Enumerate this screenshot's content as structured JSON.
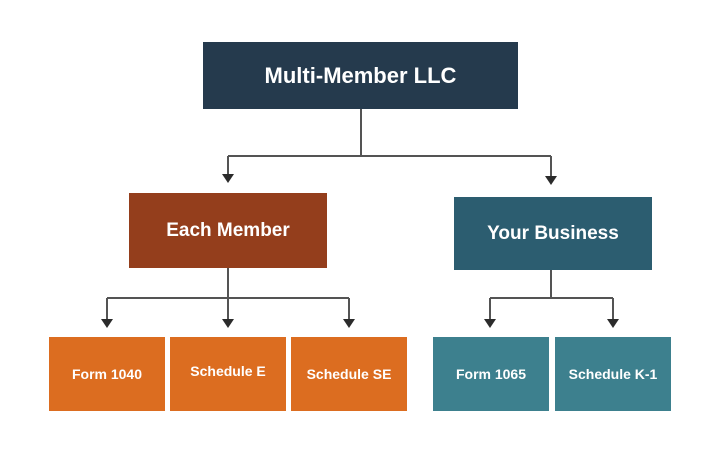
{
  "colors": {
    "root": "#253a4d",
    "member": "#943e1c",
    "member_forms": "#dc6d20",
    "business": "#2c5d70",
    "business_forms": "#3d808e",
    "connector": "#545454"
  },
  "nodes": {
    "root": {
      "label": "Multi-Member LLC"
    },
    "each_member": {
      "label": "Each Member"
    },
    "your_business": {
      "label": "Your Business"
    },
    "form_1040": {
      "label": "Form 1040"
    },
    "schedule_e": {
      "label": "Schedule E"
    },
    "schedule_se": {
      "label": "Schedule SE"
    },
    "form_1065": {
      "label": "Form 1065"
    },
    "schedule_k1": {
      "label": "Schedule K-1"
    }
  }
}
